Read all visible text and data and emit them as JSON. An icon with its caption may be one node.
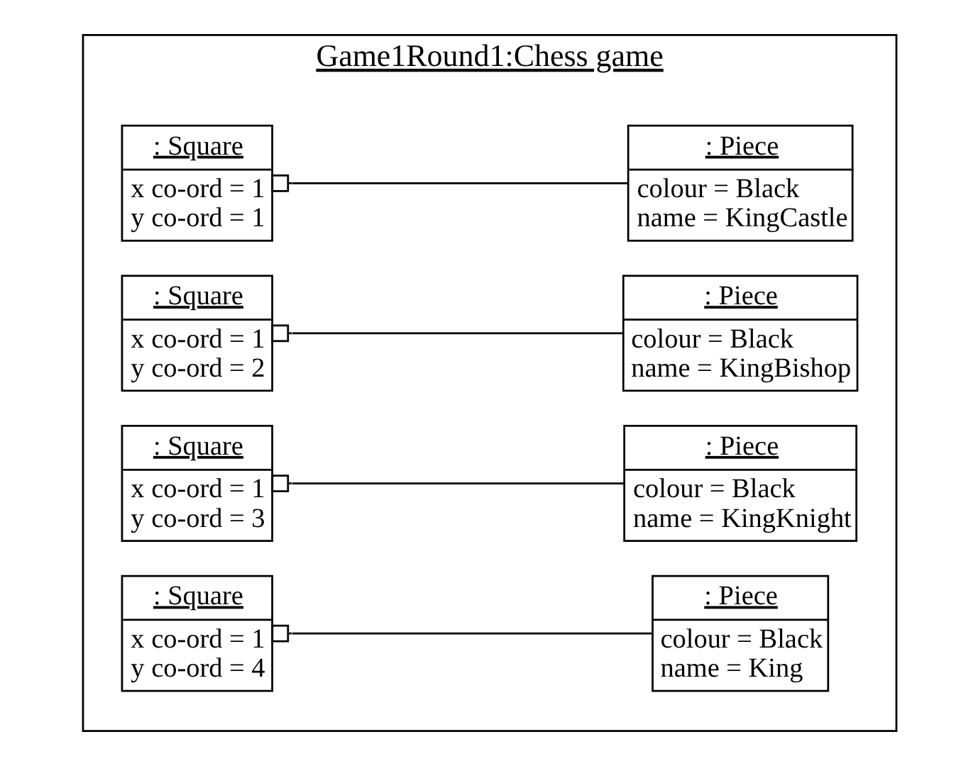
{
  "diagram": {
    "nodes": [
      {
        "text": [
          "Game1Round1:Chess game"
        ]
      },
      {
        "text": [
          ": Square",
          "x co-ord = 1",
          "y co-ord = 1"
        ],
        "in": 0
      },
      {
        "text": [
          ": Piece",
          "colour = Black",
          "name = KingCastle"
        ],
        "in": 0
      },
      {
        "text": [
          ": Square",
          "x co-ord = 1",
          "y co-ord = 2"
        ],
        "in": 0
      },
      {
        "text": [
          ": Piece",
          "colour = Black",
          "name = KingBishop"
        ],
        "in": 0
      },
      {
        "text": [
          ": Square",
          "x co-ord = 1",
          "y co-ord = 3"
        ],
        "in": 0
      },
      {
        "text": [
          ": Piece",
          "colour = Black",
          "name = KingKnight"
        ],
        "in": 0
      },
      {
        "text": [
          ": Square",
          "x co-ord = 1",
          "y co-ord = 4"
        ],
        "in": 0
      },
      {
        "text": [
          ": Piece",
          "colour = Black",
          "name = King"
        ],
        "in": 0
      }
    ],
    "edges": [
      {
        "from": 1,
        "to": 2,
        "arrow": "other"
      },
      {
        "from": 3,
        "to": 4,
        "arrow": "other"
      },
      {
        "from": 5,
        "to": 6,
        "arrow": "other"
      },
      {
        "from": 7,
        "to": 8,
        "arrow": "other"
      }
    ]
  }
}
